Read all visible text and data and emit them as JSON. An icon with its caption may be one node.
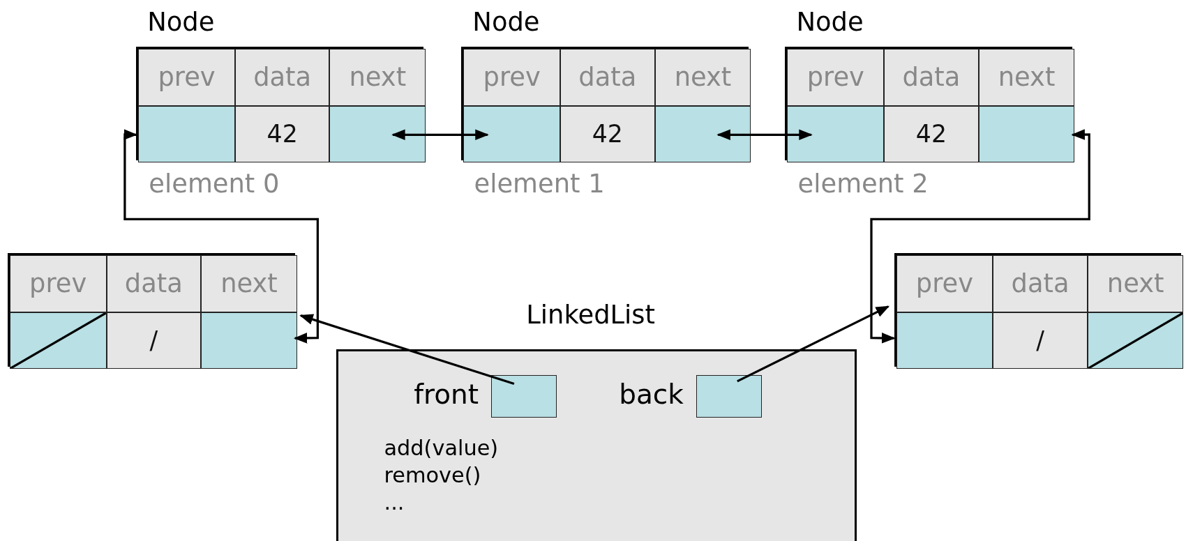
{
  "diagram": {
    "nodes": [
      {
        "text": [
          "Node"
        ],
        "beside": [
          "element 0"
        ]
      },
      {
        "text": [
          "prev"
        ],
        "in": 0
      },
      {
        "text": [
          "data"
        ],
        "in": 0
      },
      {
        "text": [
          "next"
        ],
        "in": 0
      },
      {
        "text": [],
        "shape": "box",
        "in": 0
      },
      {
        "text": [
          "42"
        ],
        "in": 0
      },
      {
        "text": [],
        "shape": "box",
        "in": 0
      },
      {
        "text": [
          "Node"
        ],
        "beside": [
          "element 1"
        ]
      },
      {
        "text": [
          "prev"
        ],
        "in": 7
      },
      {
        "text": [
          "data"
        ],
        "in": 7
      },
      {
        "text": [
          "next"
        ],
        "in": 7
      },
      {
        "text": [],
        "shape": "box",
        "in": 7
      },
      {
        "text": [
          "42"
        ],
        "in": 7
      },
      {
        "text": [],
        "shape": "box",
        "in": 7
      },
      {
        "text": [
          "Node"
        ],
        "beside": [
          "element 2"
        ]
      },
      {
        "text": [
          "prev"
        ],
        "in": 14
      },
      {
        "text": [
          "data"
        ],
        "in": 14
      },
      {
        "text": [
          "next"
        ],
        "in": 14
      },
      {
        "text": [],
        "shape": "box",
        "in": 14
      },
      {
        "text": [
          "42"
        ],
        "in": 14
      },
      {
        "text": [],
        "shape": "box",
        "in": 14
      },
      {
        "text": [],
        "shape": "box"
      },
      {
        "text": [
          "prev"
        ],
        "in": 21
      },
      {
        "text": [
          "data"
        ],
        "in": 21
      },
      {
        "text": [
          "next"
        ],
        "in": 21
      },
      {
        "text": [],
        "shape": "box",
        "in": 21
      },
      {
        "text": [
          "/"
        ],
        "in": 21
      },
      {
        "text": [],
        "shape": "box",
        "in": 21
      },
      {
        "text": [],
        "shape": "box"
      },
      {
        "text": [
          "prev"
        ],
        "in": 28
      },
      {
        "text": [
          "data"
        ],
        "in": 28
      },
      {
        "text": [
          "next"
        ],
        "in": 28
      },
      {
        "text": [],
        "shape": "box",
        "in": 28
      },
      {
        "text": [
          "/"
        ],
        "in": 28
      },
      {
        "text": [],
        "shape": "box",
        "in": 28
      },
      {
        "text": [
          "LinkedList",
          "add(value) remove() ..."
        ]
      },
      {
        "text": [],
        "shape": "box",
        "in": 35,
        "beside": [
          "front"
        ]
      },
      {
        "text": [],
        "shape": "box",
        "in": 35,
        "beside": [
          "back"
        ]
      }
    ],
    "edges": [
      {
        "from": 6,
        "to": 11,
        "arrow": "both"
      },
      {
        "from": 13,
        "to": 18,
        "arrow": "both"
      },
      {
        "from": 27,
        "to": 4,
        "arrow": "both"
      },
      {
        "from": 32,
        "to": 20,
        "arrow": "both"
      },
      {
        "from": 36,
        "to": 21,
        "arrow": "to"
      },
      {
        "from": 37,
        "to": 28,
        "arrow": "to"
      }
    ]
  }
}
